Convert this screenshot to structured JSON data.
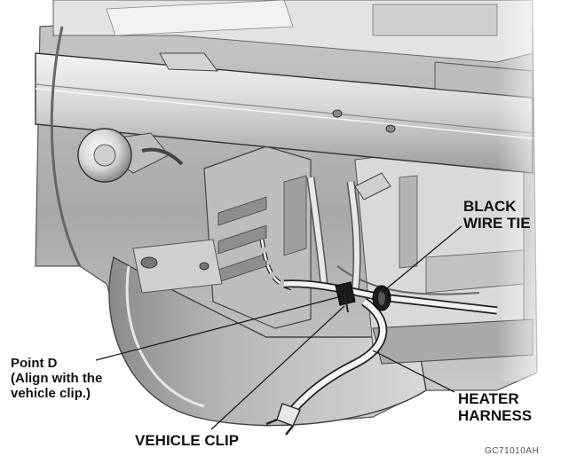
{
  "callouts": {
    "black_wire_tie": "BLACK\nWIRE TIE",
    "point_d": "Point D\n(Align with the\nvehicle clip.)",
    "vehicle_clip": "VEHICLE CLIP",
    "heater_harness": "HEATER\nHARNESS"
  },
  "figure_code": "GC71010AH",
  "colors": {
    "metal_light": "#ededed",
    "metal_mid": "#bdbdbd",
    "metal_dark": "#7a7a7a",
    "background": "#ffffff"
  }
}
